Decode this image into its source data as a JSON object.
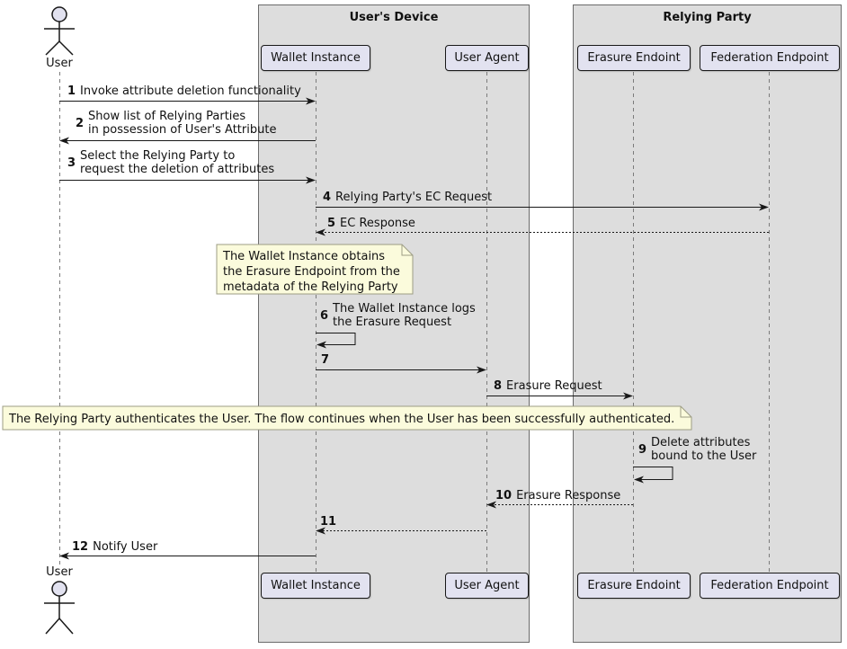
{
  "groups": [
    {
      "title": "User's Device"
    },
    {
      "title": "Relying Party"
    }
  ],
  "actor": {
    "label": "User"
  },
  "participants": [
    {
      "label": "Wallet Instance"
    },
    {
      "label": "User Agent"
    },
    {
      "label": "Erasure Endoint"
    },
    {
      "label": "Federation Endpoint"
    }
  ],
  "messages": [
    {
      "num": "1",
      "text": "Invoke attribute deletion functionality"
    },
    {
      "num": "2",
      "text": "Show list of Relying Parties\nin possession of User's Attribute"
    },
    {
      "num": "3",
      "text": "Select the Relying Party to\nrequest the deletion of attributes"
    },
    {
      "num": "4",
      "text": "Relying Party's EC Request"
    },
    {
      "num": "5",
      "text": "EC Response"
    },
    {
      "num": "6",
      "text": "The Wallet Instance logs\nthe Erasure Request"
    },
    {
      "num": "7",
      "text": ""
    },
    {
      "num": "8",
      "text": "Erasure Request"
    },
    {
      "num": "9",
      "text": "Delete attributes\nbound to the User"
    },
    {
      "num": "10",
      "text": "Erasure Response"
    },
    {
      "num": "11",
      "text": ""
    },
    {
      "num": "12",
      "text": "Notify User"
    }
  ],
  "notes": [
    {
      "text": "The Wallet Instance obtains\nthe Erasure Endpoint from the\nmetadata of the Relying Party"
    },
    {
      "text": "The Relying Party authenticates the User. The flow continues when the User has been successfully authenticated."
    }
  ],
  "colors": {
    "participant_fill": "#e2e2f0",
    "participant_border": "#181818",
    "group_fill": "#dddddd",
    "group_border": "#6b6b6b",
    "note_fill": "#fbfbdc",
    "note_border": "#9d9d84",
    "line": "#181818",
    "lifeline": "#7b7b7b"
  }
}
